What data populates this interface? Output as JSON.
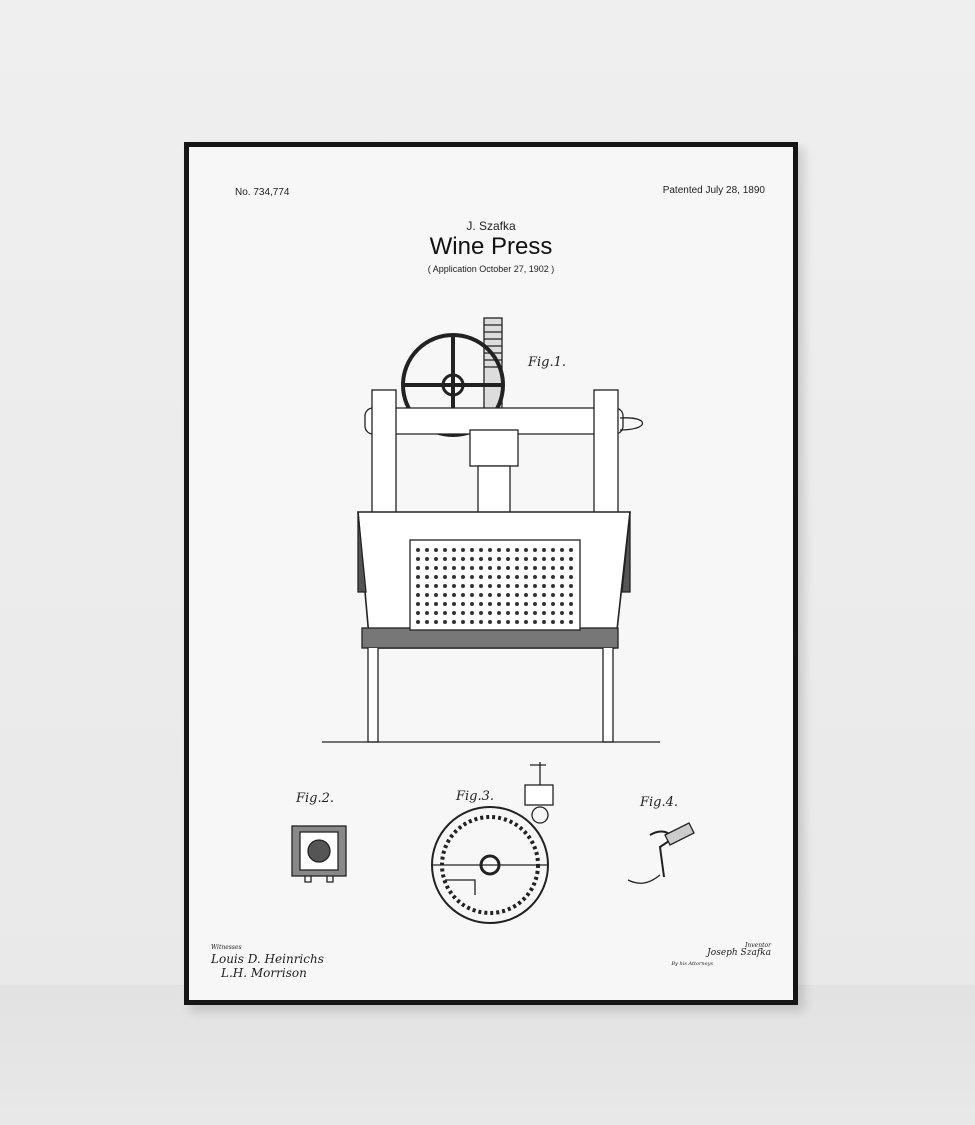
{
  "poster": {
    "patent_number": "No. 734,774",
    "patent_date": "Patented July 28, 1890",
    "inventor": "J. Szafka",
    "title": "Wine Press",
    "application": "( Application  October 27, 1902 )"
  },
  "figures": [
    "Fig.1.",
    "Fig.2.",
    "Fig.3.",
    "Fig.4."
  ],
  "signatures": {
    "witnesses_label": "Witnesses",
    "witness_1": "Louis D. Heinrichs",
    "witness_2": "L.H. Morrison",
    "inventor_label": "Inventor",
    "inventor_name": "Joseph Szafka",
    "attorneys": "By his Attorneys"
  },
  "colors": {
    "frame": "#151515",
    "paper": "#f7f7f7",
    "wall": "#ececec",
    "ink": "#222222"
  }
}
